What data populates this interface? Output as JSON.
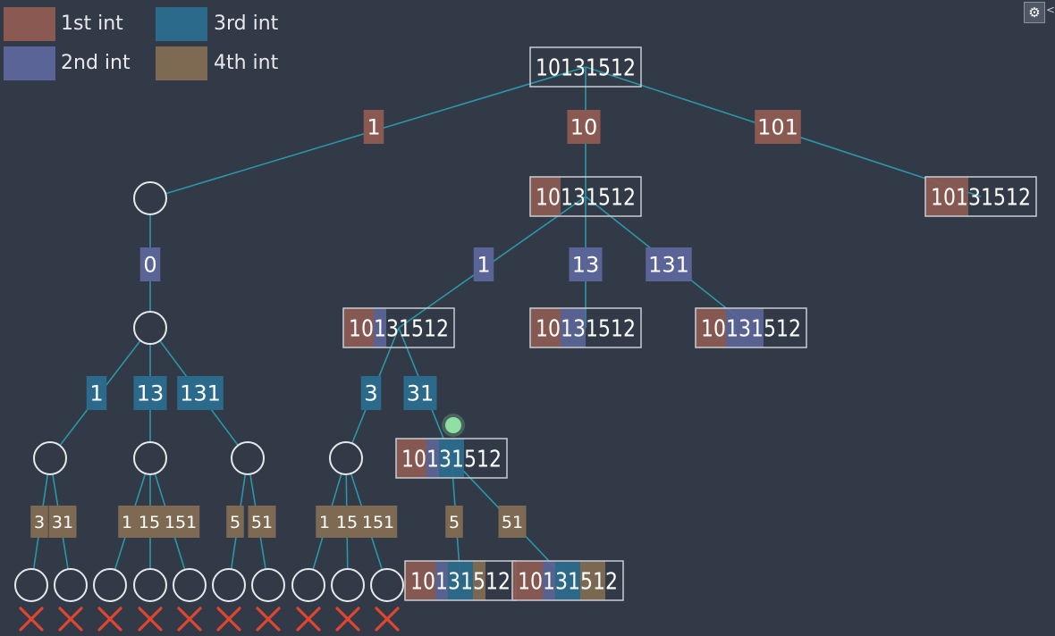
{
  "colors": {
    "background": "#323a47",
    "edge": "#2a97a8",
    "node_border": "#c9cdd3",
    "first_int": "#8a5a52",
    "second_int": "#5b6496",
    "third_int": "#2c6a8c",
    "fourth_int": "#7e6a52",
    "cross": "#e0452f",
    "cursor": "#8fe0a3"
  },
  "legend": [
    {
      "label": "1st int",
      "color_key": "first_int"
    },
    {
      "label": "2nd int",
      "color_key": "second_int"
    },
    {
      "label": "3rd int",
      "color_key": "third_int"
    },
    {
      "label": "4th int",
      "color_key": "fourth_int"
    }
  ],
  "toolbar": {
    "settings_icon": "gear-icon",
    "collapse_label": "<"
  },
  "diagram": {
    "input_string": "10131512",
    "nodes": [
      {
        "id": "root",
        "type": "string",
        "text": "10131512",
        "splits": [
          0,
          0,
          0,
          0
        ]
      },
      {
        "id": "s10",
        "type": "string",
        "text": "10131512",
        "splits": [
          2,
          2,
          2,
          2
        ]
      },
      {
        "id": "s101",
        "type": "string",
        "text": "10131512",
        "splits": [
          3,
          3,
          3,
          3
        ]
      },
      {
        "id": "s10-1",
        "type": "string",
        "text": "10131512",
        "splits": [
          2,
          3,
          3,
          3
        ]
      },
      {
        "id": "s10-13",
        "type": "string",
        "text": "10131512",
        "splits": [
          2,
          4,
          4,
          4
        ]
      },
      {
        "id": "s10-131",
        "type": "string",
        "text": "10131512",
        "splits": [
          2,
          5,
          5,
          5
        ]
      },
      {
        "id": "s10-1-31",
        "type": "string",
        "text": "10131512",
        "splits": [
          2,
          3,
          5,
          5
        ]
      },
      {
        "id": "leaf5",
        "type": "string",
        "text": "10131512",
        "splits": [
          2,
          3,
          5,
          6
        ]
      },
      {
        "id": "leaf51",
        "type": "string",
        "text": "10131512",
        "splits": [
          2,
          3,
          5,
          7
        ]
      },
      {
        "id": "c1",
        "type": "circle"
      },
      {
        "id": "c2",
        "type": "circle"
      },
      {
        "id": "c3",
        "type": "circle"
      },
      {
        "id": "c4",
        "type": "circle"
      },
      {
        "id": "c5",
        "type": "circle"
      },
      {
        "id": "c6",
        "type": "circle"
      },
      {
        "id": "f1",
        "type": "circle",
        "dead": true
      },
      {
        "id": "f2",
        "type": "circle",
        "dead": true
      },
      {
        "id": "f3",
        "type": "circle",
        "dead": true
      },
      {
        "id": "f4",
        "type": "circle",
        "dead": true
      },
      {
        "id": "f5",
        "type": "circle",
        "dead": true
      },
      {
        "id": "f6",
        "type": "circle",
        "dead": true
      },
      {
        "id": "f7",
        "type": "circle",
        "dead": true
      },
      {
        "id": "f8",
        "type": "circle",
        "dead": true
      },
      {
        "id": "f9",
        "type": "circle",
        "dead": true
      },
      {
        "id": "f10",
        "type": "circle",
        "dead": true
      }
    ],
    "edges": [
      {
        "from": "root",
        "to": "c1",
        "label": "1",
        "level": 1
      },
      {
        "from": "root",
        "to": "s10",
        "label": "10",
        "level": 1
      },
      {
        "from": "root",
        "to": "s101",
        "label": "101",
        "level": 1
      },
      {
        "from": "c1",
        "to": "c2",
        "label": "0",
        "level": 2
      },
      {
        "from": "s10",
        "to": "s10-1",
        "label": "1",
        "level": 2
      },
      {
        "from": "s10",
        "to": "s10-13",
        "label": "13",
        "level": 2
      },
      {
        "from": "s10",
        "to": "s10-131",
        "label": "131",
        "level": 2
      },
      {
        "from": "c2",
        "to": "c3",
        "label": "1",
        "level": 3
      },
      {
        "from": "c2",
        "to": "c4",
        "label": "13",
        "level": 3
      },
      {
        "from": "c2",
        "to": "c5",
        "label": "131",
        "level": 3
      },
      {
        "from": "s10-1",
        "to": "c6",
        "label": "3",
        "level": 3
      },
      {
        "from": "s10-1",
        "to": "s10-1-31",
        "label": "31",
        "level": 3
      },
      {
        "from": "c3",
        "to": "f1",
        "label": "3",
        "level": 4
      },
      {
        "from": "c3",
        "to": "f2",
        "label": "31",
        "level": 4
      },
      {
        "from": "c4",
        "to": "f3",
        "label": "1",
        "level": 4
      },
      {
        "from": "c4",
        "to": "f4",
        "label": "15",
        "level": 4
      },
      {
        "from": "c4",
        "to": "f5",
        "label": "151",
        "level": 4
      },
      {
        "from": "c5",
        "to": "f6",
        "label": "5",
        "level": 4
      },
      {
        "from": "c5",
        "to": "f7",
        "label": "51",
        "level": 4
      },
      {
        "from": "c6",
        "to": "f8",
        "label": "1",
        "level": 4
      },
      {
        "from": "c6",
        "to": "f9",
        "label": "15",
        "level": 4
      },
      {
        "from": "c6",
        "to": "f10",
        "label": "151",
        "level": 4
      },
      {
        "from": "s10-1-31",
        "to": "leaf5",
        "label": "5",
        "level": 4
      },
      {
        "from": "s10-1-31",
        "to": "leaf51",
        "label": "51",
        "level": 4
      }
    ]
  }
}
